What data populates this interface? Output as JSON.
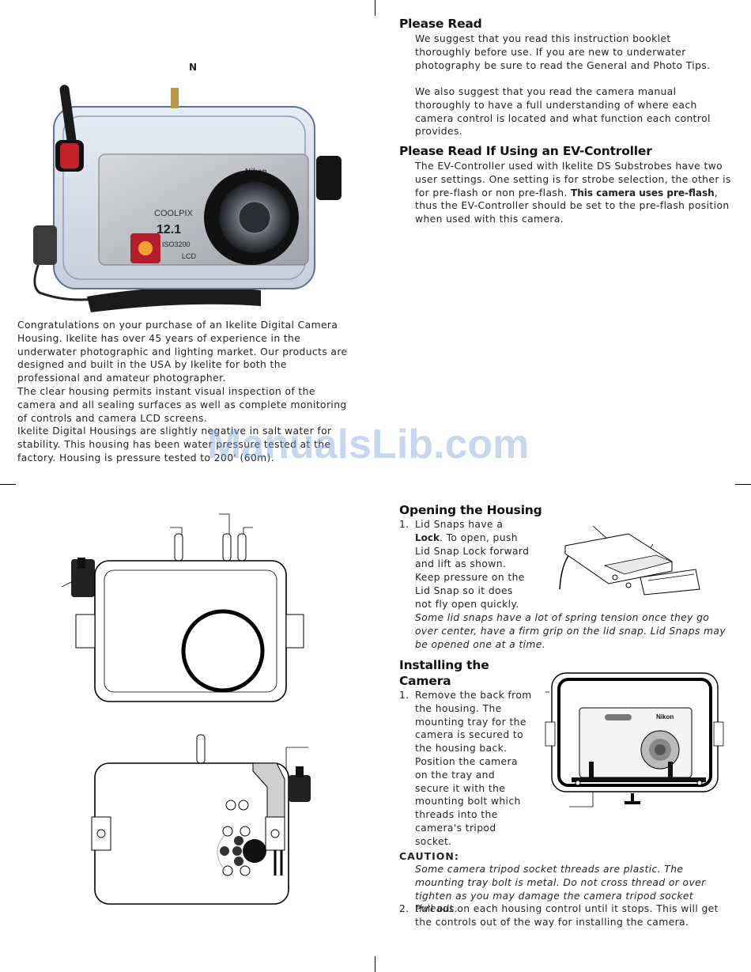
{
  "left_top": {
    "letter_marker": "N",
    "intro_paragraphs": [
      "Congratulations on your purchase of an Ikelite Digital Camera Housing. Ikelite has over 45 years of experience in the underwater photographic and lighting market. Our products are designed and built in the USA by Ikelite for both the professional and amateur photographer.",
      "The clear housing permits instant visual inspection of the camera and all sealing surfaces as well as complete monitoring of controls and camera LCD screens.",
      "Ikelite Digital Housings are slightly negative in salt water for stability. This housing has been water pressure tested at the factory. Housing is pressure tested to 200' (60m)."
    ]
  },
  "please_read": {
    "title": "Please Read",
    "p1": "We suggest that you read this instruction booklet thoroughly before use. If you are new to underwater photography be sure to read the General and Photo Tips.",
    "p2": "We also suggest that you read the camera manual thoroughly to have a full understanding of where each camera control is located and what function each control provides."
  },
  "ev_controller": {
    "title": "Please Read If Using an EV-Controller",
    "text_before": "The EV-Controller used with Ikelite DS Substrobes have two user settings. One setting is for strobe selection, the other is for pre-flash or non pre-flash. ",
    "highlight": "This camera uses pre-flash",
    "text_after": ", thus the EV-Controller should be set to the pre-flash position when used with this camera."
  },
  "watermark": "ManualsLib.com",
  "opening": {
    "title": "Opening the Housing",
    "item_number": "1.",
    "item_before": "Lid Snaps have a ",
    "item_highlight": "Lock",
    "item_after": ". To open, push Lid Snap Lock forward and lift as shown. Keep pressure on the Lid Snap so it does not fly open quickly.",
    "note": "Some lid snaps have a lot of spring tension once they go over center, have a firm grip on the lid snap. Lid Snaps may be opened one at a time."
  },
  "installing": {
    "title_line1": "Installing the",
    "title_line2": "Camera",
    "item1_number": "1.",
    "item1": "Remove the back from the housing. The mounting tray for the camera is secured to the housing back. Position the camera on the tray and secure it with the mounting bolt which threads into the camera's tripod socket.",
    "caution_label": "CAUTION:",
    "caution_text": "Some camera tripod socket threads are plastic. The mounting tray bolt is metal. Do not cross thread or over tighten as you may damage the camera tripod socket threads.",
    "item2_number": "2.",
    "item2": "Pull out on each housing control until it stops. This will get the controls out of the way for installing the camera."
  },
  "photo": {
    "camera_brand": "Nikon",
    "camera_model": "COOLPIX",
    "megapixels": "12.1",
    "iso": "ISO3200",
    "lcd": "LCD"
  },
  "installing_diagram": {
    "brand": "Nikon"
  }
}
